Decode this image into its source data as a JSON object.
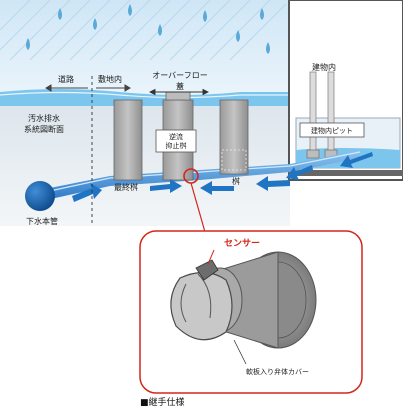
{
  "labels": {
    "road": "道路",
    "premises": "敷地内",
    "overflow_1": "オーバーフロー",
    "overflow_2": "蓋",
    "sewer_section_1": "汚水排水",
    "sewer_section_2": "系統図断面",
    "final_basin": "最終桝",
    "backflow_1": "逆流",
    "backflow_2": "抑止桝",
    "basin": "桝",
    "building_inside": "建物内",
    "building_pit": "建物内ピット",
    "sewer_main": "下水本管",
    "sensor": "センサー",
    "cover": "軟板入り弁体カバー",
    "caption": "■継手仕様"
  },
  "colors": {
    "sky": "#d6eaf6",
    "rain": "#5aa9d6",
    "water": "#6fc1ec",
    "ground": "#e8eef3",
    "flow_arrow": "#1f74c4",
    "pipe": "#4a8fd0",
    "sewer_ball": "#1b5fa8",
    "red": "#d4261a"
  }
}
